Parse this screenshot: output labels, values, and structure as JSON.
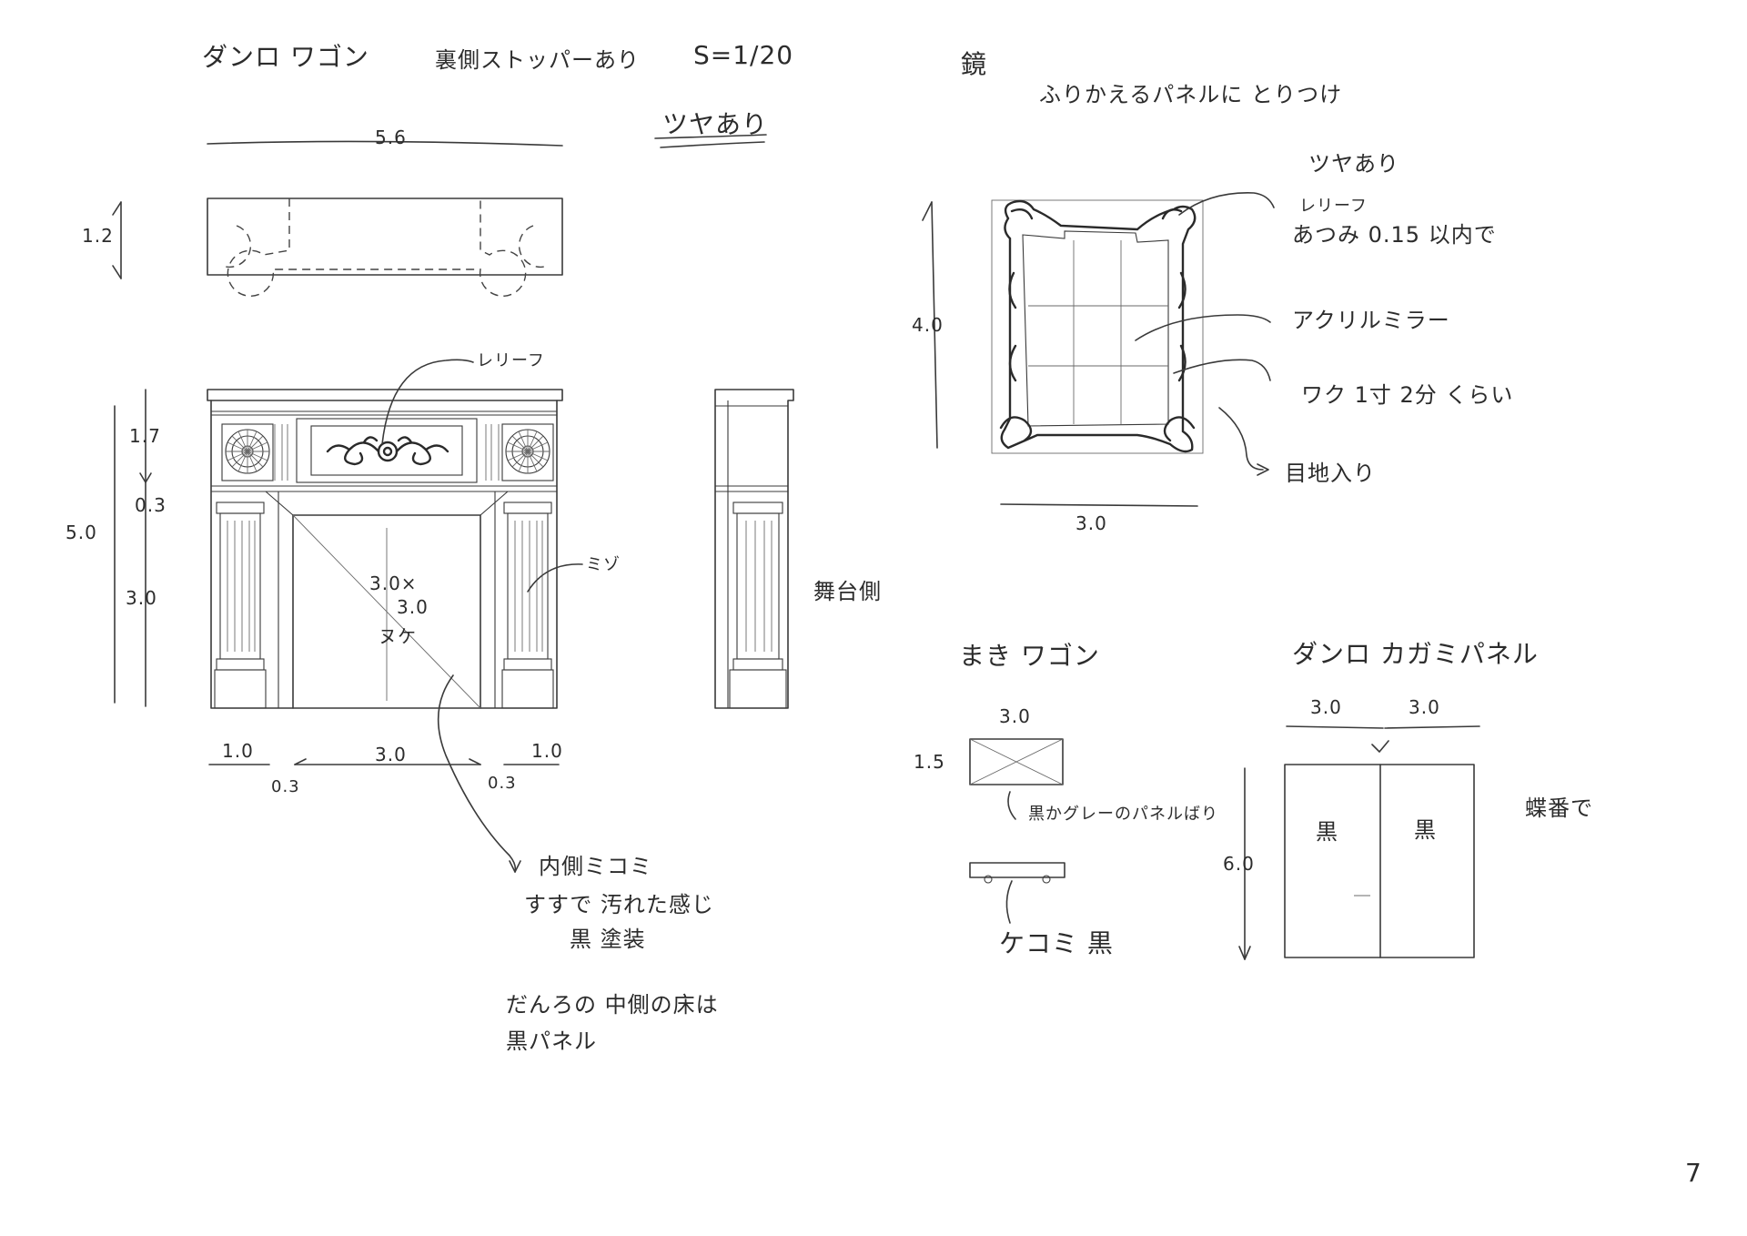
{
  "title": {
    "mantel": "ダンロ  ワゴン",
    "stopper_note": "裏側ストッパーあり",
    "scale": "S=1/20",
    "gloss": "ツヤあり"
  },
  "mantel": {
    "top_width": "5.6",
    "top_depth": "1.2",
    "total_height": "5.0",
    "upper_height": "1.7",
    "gap": "0.3",
    "lower_height": "3.0",
    "opening_size_a": "3.0×",
    "opening_size_b": "3.0",
    "opening_label": "ヌケ",
    "relief_label": "レリーフ",
    "groove_label": "ミゾ",
    "side_label": "舞台側",
    "bottom_left": "1.0",
    "bottom_center": "3.0",
    "bottom_right": "1.0",
    "bottom_gap_left": "0.3",
    "bottom_gap_right": "0.3",
    "inner_note_1": "内側ミコミ",
    "inner_note_2": "すすで 汚れた感じ",
    "inner_note_3": "黒 塗装",
    "floor_note_1": "だんろの 中側の床は",
    "floor_note_2": "黒パネル"
  },
  "mirror": {
    "title": "鏡",
    "subtitle": "ふりかえるパネルに とりつけ",
    "gloss": "ツヤあり",
    "relief": "レリーフ",
    "thickness": "あつみ  0.15 以内で",
    "acrylic": "アクリルミラー",
    "frame": "ワク  1寸 2分 くらい",
    "joint": "目地入り",
    "height": "4.0",
    "width": "3.0"
  },
  "maki_wagon": {
    "title": "まき ワゴン",
    "width": "3.0",
    "depth": "1.5",
    "panel_note": "黒かグレーのパネルばり",
    "caster_note": "ケコミ 黒"
  },
  "mirror_panel": {
    "title": "ダンロ  カガミパネル",
    "width_left": "3.0",
    "width_right": "3.0",
    "height": "6.0",
    "left_label": "黒",
    "right_label": "黒",
    "hinge_note": "蝶番で"
  },
  "page_number": "7"
}
